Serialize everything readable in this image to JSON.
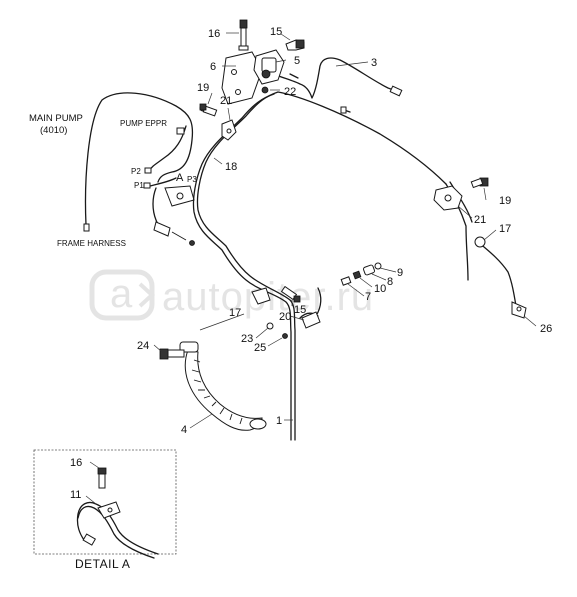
{
  "labels": {
    "main_pump_line1": "MAIN PUMP",
    "main_pump_line2": "(4010)",
    "pump_eppr": "PUMP EPPR",
    "p2": "P2",
    "p1": "P1",
    "p3": "P3",
    "a": "A",
    "frame_harness": "FRAME HARNESS"
  },
  "detail": {
    "title": "DETAIL  A"
  },
  "watermark": "autopiter.ru",
  "callouts": {
    "c1": "1",
    "c3": "3",
    "c4": "4",
    "c5": "5",
    "c6": "6",
    "c7": "7",
    "c8": "8",
    "c9": "9",
    "c10": "10",
    "c15a": "15",
    "c15b": "15",
    "c16a": "16",
    "c16b": "16",
    "c11": "11",
    "c17a": "17",
    "c17b": "17",
    "c18": "18",
    "c19a": "19",
    "c19b": "19",
    "c20": "20",
    "c21a": "21",
    "c21b": "21",
    "c22": "22",
    "c23": "23",
    "c24": "24",
    "c25": "25",
    "c26": "26"
  }
}
